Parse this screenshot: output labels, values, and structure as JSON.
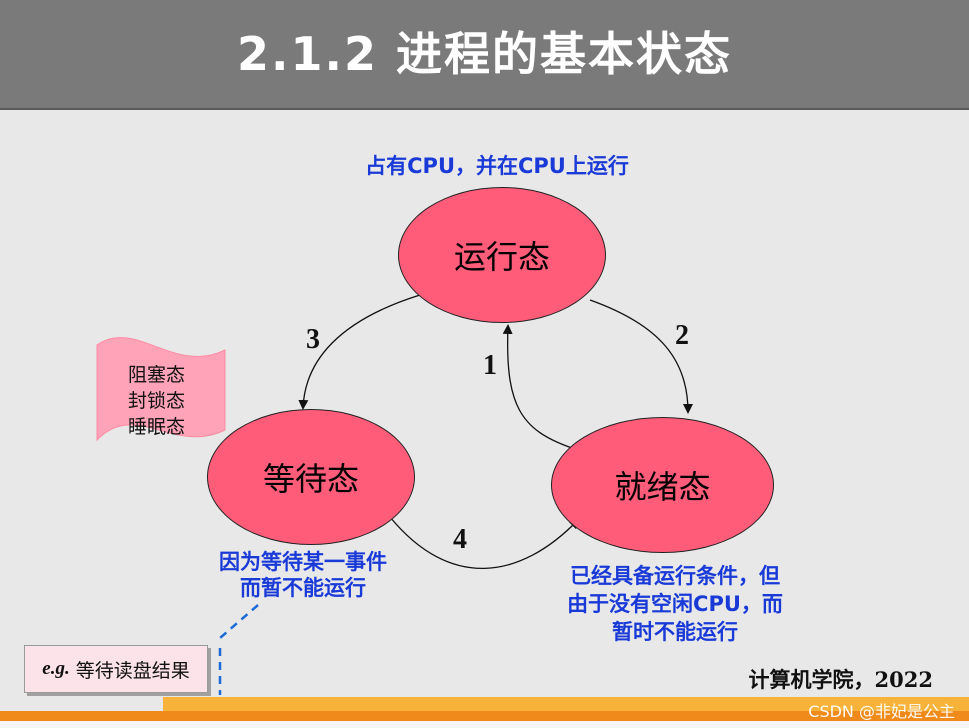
{
  "title": "2.1.2  进程的基本状态",
  "running_desc": "占有CPU，并在CPU上运行",
  "states": {
    "running": "运行态",
    "waiting": "等待态",
    "ready": "就绪态"
  },
  "transitions": {
    "t1": "1",
    "t2": "2",
    "t3": "3",
    "t4": "4"
  },
  "waiting_aliases": [
    "阻塞态",
    "封锁态",
    "睡眠态"
  ],
  "waiting_desc": [
    "因为等待某一事件",
    "而暂不能运行"
  ],
  "ready_desc": [
    "已经具备运行条件，但",
    "由于没有空闲CPU，而",
    "暂时不能运行"
  ],
  "example": {
    "prefix": "e.g.",
    "text": "等待读盘结果"
  },
  "credit": "计算机学院，2022",
  "watermark": "CSDN @非妃是公主",
  "colors": {
    "state_fill": "#ff5c7a",
    "desc_text": "#1a3ad8",
    "header": "#7a7a7a",
    "footer": "#f7b23a"
  }
}
